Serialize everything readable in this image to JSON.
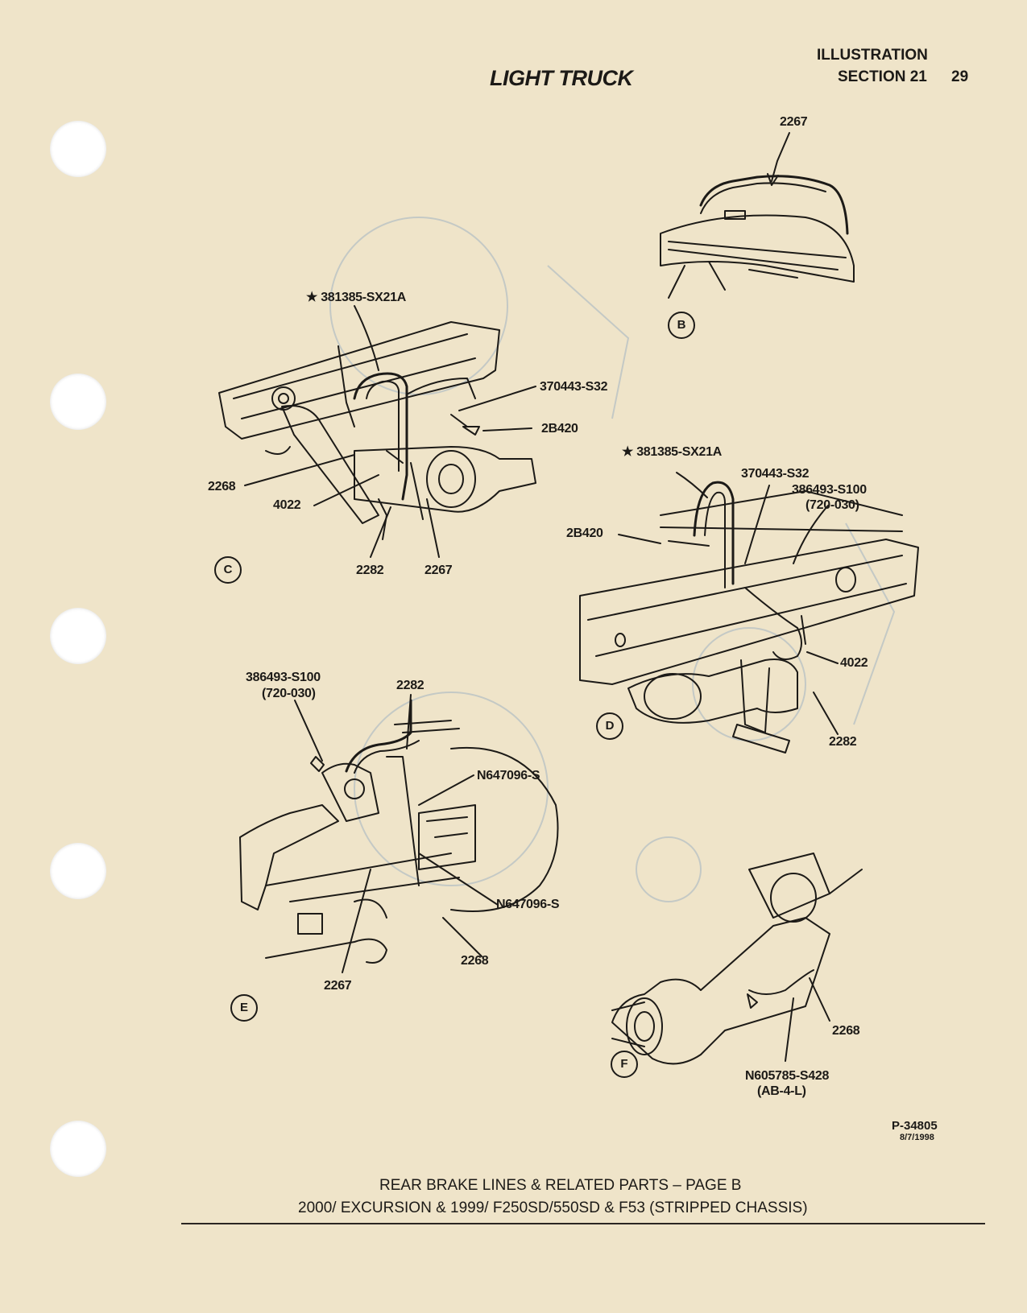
{
  "header": {
    "title": "LIGHT TRUCK",
    "illustration": "ILLUSTRATION",
    "section": "SECTION 21",
    "page": "29"
  },
  "views": {
    "b": {
      "letter": "B",
      "labels": {
        "p2267": "2267"
      }
    },
    "c": {
      "letter": "C",
      "labels": {
        "p381385": "★ 381385-SX21A",
        "p370443": "370443-S32",
        "p2b420": "2B420",
        "p2268": "2268",
        "p4022": "4022",
        "p2282": "2282",
        "p2267": "2267"
      }
    },
    "d": {
      "letter": "D",
      "labels": {
        "p381385": "★ 381385-SX21A",
        "p370443": "370443-S32",
        "p386493": "386493-S100",
        "p720030": "(720-030)",
        "p2b420": "2B420",
        "p4022": "4022",
        "p2282": "2282"
      }
    },
    "e": {
      "letter": "E",
      "labels": {
        "p386493": "386493-S100",
        "p720030": "(720-030)",
        "p2282": "2282",
        "pn647096a": "N647096-S",
        "pn647096b": "N647096-S",
        "p2268": "2268",
        "p2267": "2267"
      }
    },
    "f": {
      "letter": "F",
      "labels": {
        "p2268": "2268",
        "pn605785": "N605785-S428",
        "pab4l": "(AB-4-L)"
      }
    }
  },
  "footer": {
    "part_number": "P-34805",
    "date": "8/7/1998",
    "caption_line1": "REAR BRAKE LINES & RELATED PARTS – PAGE B",
    "caption_line2": "2000/ EXCURSION & 1999/ F250SD/550SD & F53 (STRIPPED CHASSIS)"
  },
  "colors": {
    "paper": "#efe4c9",
    "ink": "#1c1a17",
    "bleed": "#b9c2c4"
  }
}
